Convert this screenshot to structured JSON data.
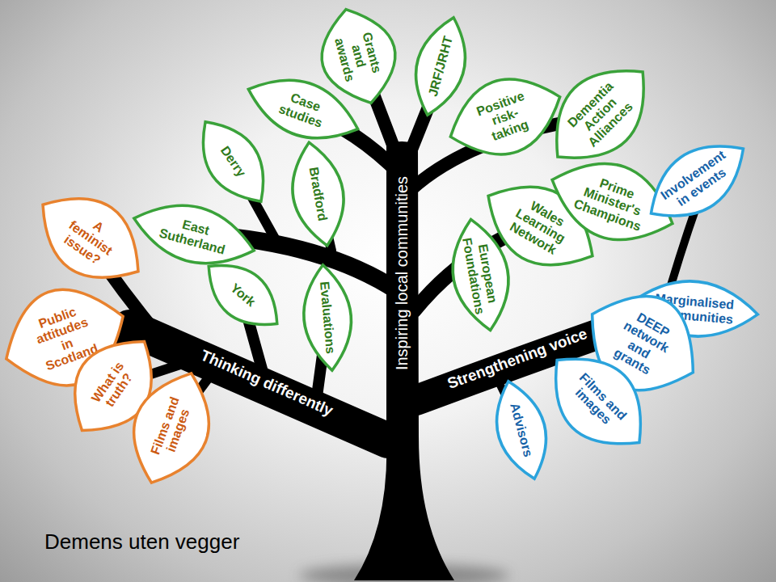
{
  "diagram": {
    "title": "Demens uten vegger",
    "nodes": [
      {
        "text": [
          "A feminist issue?"
        ]
      },
      {
        "text": [
          "Public attitudes in Scotland"
        ]
      },
      {
        "text": [
          "What is truth?"
        ]
      },
      {
        "text": [
          "Films and images"
        ]
      },
      {
        "text": [
          "East Sutherland"
        ]
      },
      {
        "text": [
          "Derry"
        ]
      },
      {
        "text": [
          "Bradford"
        ]
      },
      {
        "text": [
          "Case studies"
        ]
      },
      {
        "text": [
          "York"
        ]
      },
      {
        "text": [
          "Evaluations"
        ]
      },
      {
        "text": [
          "Grants and awards"
        ]
      },
      {
        "text": [
          "JRF/JRHT"
        ]
      },
      {
        "text": [
          "Positive risk-taking"
        ]
      },
      {
        "text": [
          "Dementia Action Alliances"
        ]
      },
      {
        "text": [
          "European Foundations"
        ]
      },
      {
        "text": [
          "Wales Learning Network"
        ]
      },
      {
        "text": [
          "Prime Minister's Champions"
        ]
      },
      {
        "text": [
          "Involvement in events"
        ]
      },
      {
        "text": [
          "Marginalised communities"
        ]
      },
      {
        "text": [
          "DEEP network and grants"
        ]
      },
      {
        "text": [
          "Films and images"
        ]
      },
      {
        "text": [
          "Advisors"
        ]
      }
    ],
    "labels": [
      "Thinking differently",
      "Inspiring local communities",
      "Strengthening voice"
    ]
  }
}
